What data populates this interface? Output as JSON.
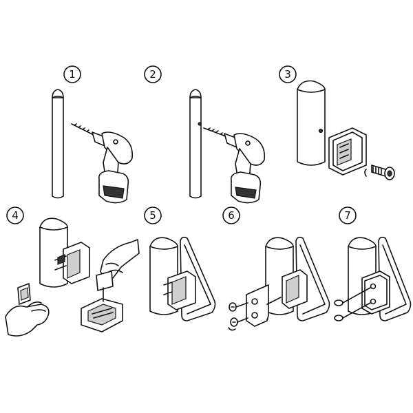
{
  "steps": [
    {
      "number": "1"
    },
    {
      "number": "2"
    },
    {
      "number": "3"
    },
    {
      "number": "4"
    },
    {
      "number": "5"
    },
    {
      "number": "6"
    },
    {
      "number": "7"
    }
  ]
}
